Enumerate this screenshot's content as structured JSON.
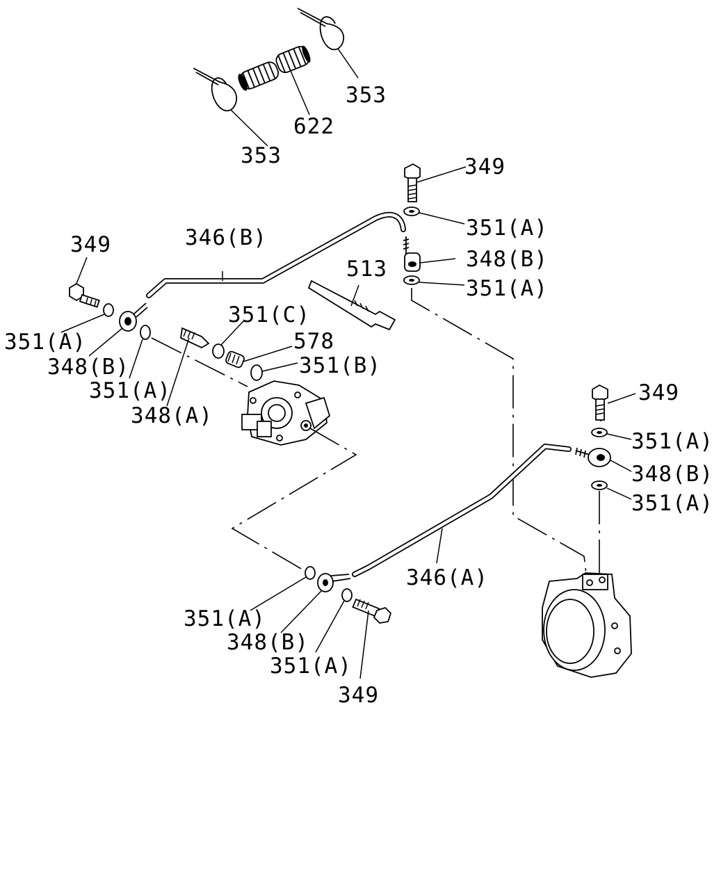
{
  "labels": {
    "p353_top": "353",
    "p622": "622",
    "p353_left": "353",
    "p349_tr": "349",
    "p351a_tr1": "351(A)",
    "p348b_tr": "348(B)",
    "p351a_tr2": "351(A)",
    "p346b": "346(B)",
    "p513": "513",
    "p349_left": "349",
    "p351a_left": "351(A)",
    "p348b_left": "348(B)",
    "p351a_left2": "351(A)",
    "p348a": "348(A)",
    "p351c": "351(C)",
    "p578": "578",
    "p351b": "351(B)",
    "p349_right": "349",
    "p351a_r1": "351(A)",
    "p348b_right": "348(B)",
    "p351a_r2": "351(A)",
    "p346a": "346(A)",
    "p351a_b1": "351(A)",
    "p348b_bottom": "348(B)",
    "p351a_b2": "351(A)",
    "p349_bottom": "349"
  }
}
